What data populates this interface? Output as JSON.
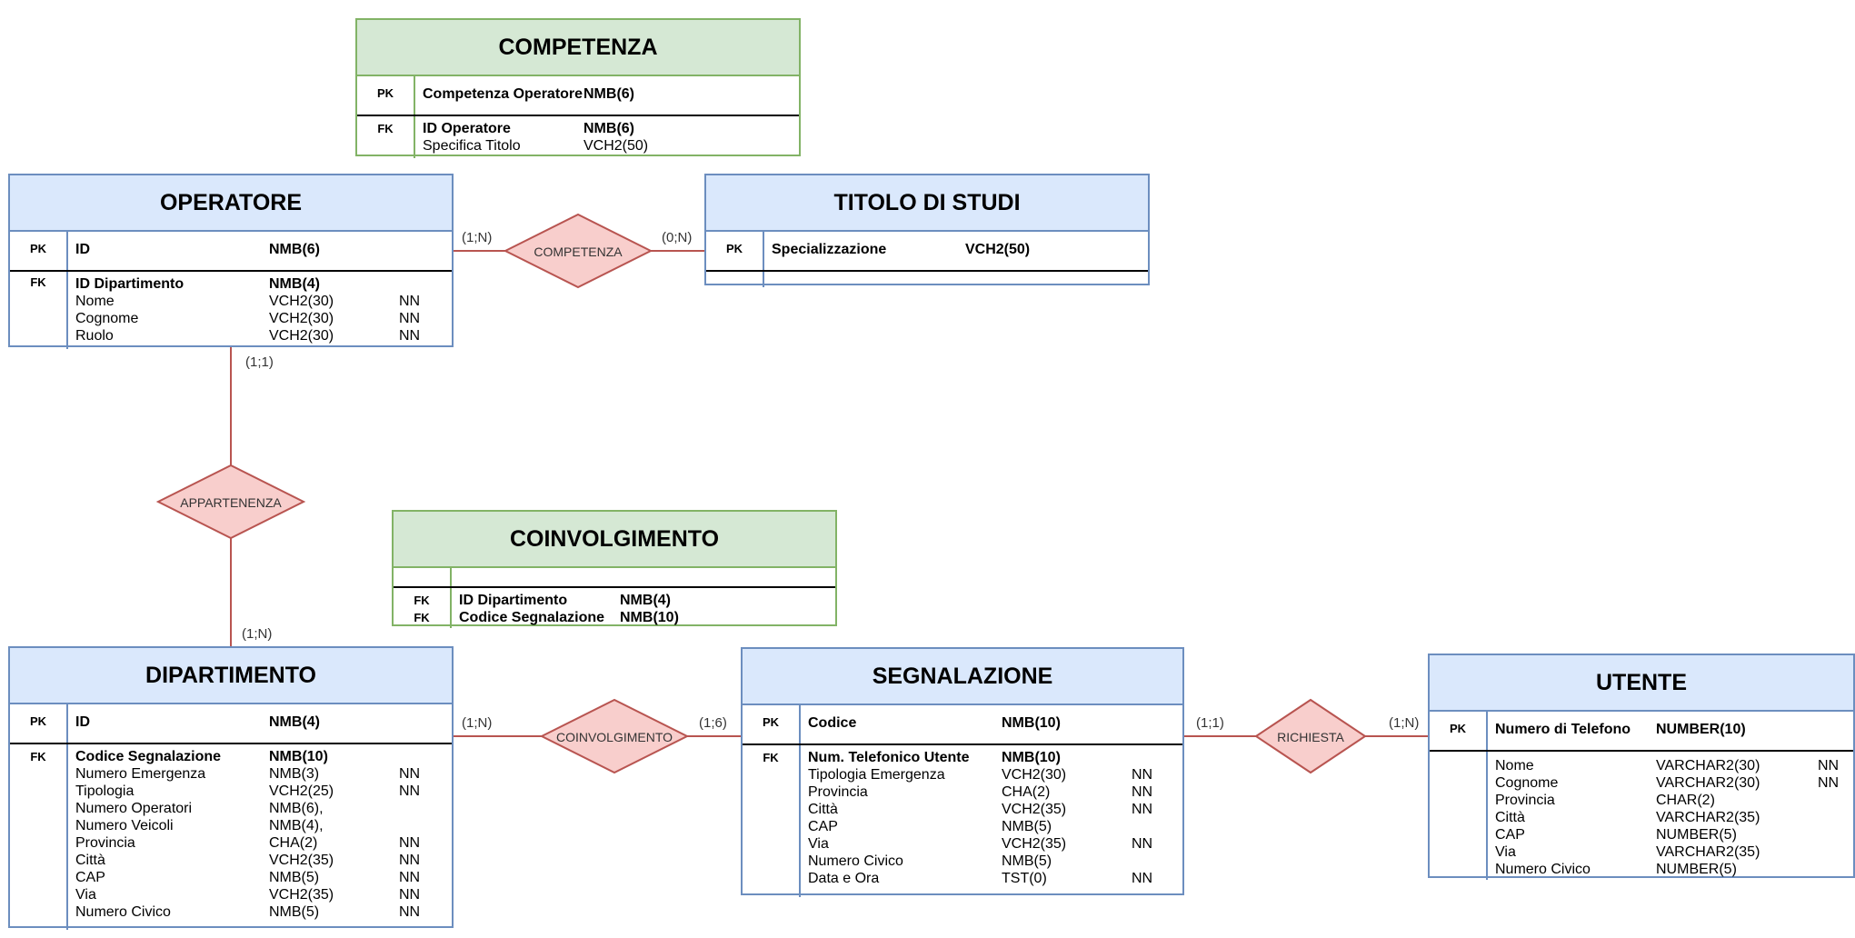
{
  "colors": {
    "entity_header": "#dae8fc",
    "entity_border": "#6c8ebf",
    "assoc_header": "#d5e8d4",
    "assoc_border": "#82b366",
    "relationship_fill": "#f8cecc",
    "relationship_border": "#b85450"
  },
  "entities": {
    "competenza": {
      "title": "COMPETENZA",
      "pk": {
        "key": "PK",
        "name": "Competenza Operatore",
        "type": "NMB(6)"
      },
      "fk_key": "FK",
      "attrs": [
        {
          "name": "ID Operatore",
          "type": "NMB(6)"
        },
        {
          "name": "Specifica Titolo",
          "type": "VCH2(50)"
        }
      ]
    },
    "operatore": {
      "title": "OPERATORE",
      "pk": {
        "key": "PK",
        "name": "ID",
        "type": "NMB(6)"
      },
      "fk_key": "FK",
      "attrs": [
        {
          "name": "ID Dipartimento",
          "type": "NMB(4)",
          "nn": ""
        },
        {
          "name": "Nome",
          "type": "VCH2(30)",
          "nn": "NN"
        },
        {
          "name": "Cognome",
          "type": "VCH2(30)",
          "nn": "NN"
        },
        {
          "name": "Ruolo",
          "type": "VCH2(30)",
          "nn": "NN"
        }
      ]
    },
    "titolo_di_studi": {
      "title": "TITOLO DI STUDI",
      "pk": {
        "key": "PK",
        "name": "Specializzazione",
        "type": "VCH2(50)"
      }
    },
    "coinvolgimento": {
      "title": "COINVOLGIMENTO",
      "keys": [
        "FK",
        "FK"
      ],
      "attrs": [
        {
          "name": "ID Dipartimento",
          "type": "NMB(4)"
        },
        {
          "name": "Codice Segnalazione",
          "type": "NMB(10)"
        }
      ]
    },
    "dipartimento": {
      "title": "DIPARTIMENTO",
      "pk": {
        "key": "PK",
        "name": "ID",
        "type": "NMB(4)"
      },
      "fk_key": "FK",
      "attrs": [
        {
          "name": "Codice Segnalazione",
          "type": "NMB(10)",
          "nn": ""
        },
        {
          "name": "Numero Emergenza",
          "type": "NMB(3)",
          "nn": "NN"
        },
        {
          "name": "Tipologia",
          "type": "VCH2(25)",
          "nn": "NN"
        },
        {
          "name": "Numero Operatori",
          "type": "NMB(6),",
          "nn": ""
        },
        {
          "name": "Numero Veicoli",
          "type": "NMB(4),",
          "nn": ""
        },
        {
          "name": "Provincia",
          "type": "CHA(2)",
          "nn": "NN"
        },
        {
          "name": "Città",
          "type": "VCH2(35)",
          "nn": "NN"
        },
        {
          "name": "CAP",
          "type": "NMB(5)",
          "nn": "NN"
        },
        {
          "name": "Via",
          "type": "VCH2(35)",
          "nn": "NN"
        },
        {
          "name": "Numero Civico",
          "type": "NMB(5)",
          "nn": "NN"
        }
      ]
    },
    "segnalazione": {
      "title": "SEGNALAZIONE",
      "pk": {
        "key": "PK",
        "name": "Codice",
        "type": "NMB(10)"
      },
      "fk_key": "FK",
      "attrs": [
        {
          "name": "Num. Telefonico Utente",
          "type": "NMB(10)",
          "nn": ""
        },
        {
          "name": "Tipologia Emergenza",
          "type": "VCH2(30)",
          "nn": "NN"
        },
        {
          "name": "Provincia",
          "type": "CHA(2)",
          "nn": "NN"
        },
        {
          "name": "Città",
          "type": "VCH2(35)",
          "nn": "NN"
        },
        {
          "name": "CAP",
          "type": "NMB(5)",
          "nn": ""
        },
        {
          "name": "Via",
          "type": "VCH2(35)",
          "nn": "NN"
        },
        {
          "name": "Numero Civico",
          "type": "NMB(5)",
          "nn": ""
        },
        {
          "name": "Data e Ora",
          "type": "TST(0)",
          "nn": "NN"
        }
      ]
    },
    "utente": {
      "title": "UTENTE",
      "pk": {
        "key": "PK",
        "name": "Numero di Telefono",
        "type": "NUMBER(10)"
      },
      "attrs": [
        {
          "name": "Nome",
          "type": "VARCHAR2(30)",
          "nn": "NN"
        },
        {
          "name": "Cognome",
          "type": "VARCHAR2(30)",
          "nn": "NN"
        },
        {
          "name": "Provincia",
          "type": "CHAR(2)",
          "nn": ""
        },
        {
          "name": "Città",
          "type": "VARCHAR2(35)",
          "nn": ""
        },
        {
          "name": "CAP",
          "type": "NUMBER(5)",
          "nn": ""
        },
        {
          "name": "Via",
          "type": "VARCHAR2(35)",
          "nn": ""
        },
        {
          "name": "Numero Civico",
          "type": "NUMBER(5)",
          "nn": ""
        }
      ]
    }
  },
  "relationships": {
    "competenza": {
      "label": "COMPETENZA",
      "card_left": "(1;N)",
      "card_right": "(0;N)"
    },
    "appartenenza": {
      "label": "APPARTENENZA",
      "card_top": "(1;1)",
      "card_bottom": "(1;N)"
    },
    "coinvolgimento": {
      "label": "COINVOLGIMENTO",
      "card_left": "(1;N)",
      "card_right": "(1;6)"
    },
    "richiesta": {
      "label": "RICHIESTA",
      "card_left": "(1;1)",
      "card_right": "(1;N)"
    }
  }
}
